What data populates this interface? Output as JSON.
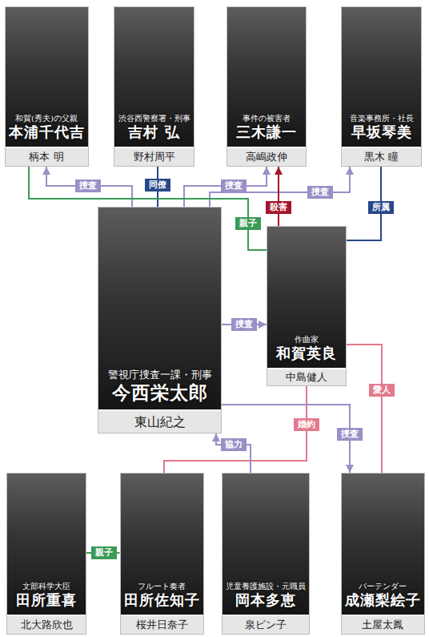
{
  "diagram": {
    "nodes": [
      {
        "text": [
          "和賀(秀夫)の父親",
          "本浦千代吉",
          "柄本 明"
        ]
      },
      {
        "text": [
          "渋谷西警察署・刑事",
          "吉村 弘",
          "野村周平"
        ]
      },
      {
        "text": [
          "事件の被害者",
          "三木謙一",
          "高嶋政伸"
        ]
      },
      {
        "text": [
          "音楽事務所・社長",
          "早坂琴美",
          "黒木 瞳"
        ]
      },
      {
        "text": [
          "警視庁捜査一課・刑事",
          "今西栄太郎",
          "東山紀之"
        ]
      },
      {
        "text": [
          "作曲家",
          "和賀英良",
          "中島健人"
        ]
      },
      {
        "text": [
          "文部科学大臣",
          "田所重喜",
          "北大路欣也"
        ]
      },
      {
        "text": [
          "フルート奏者",
          "田所佐知子",
          "桜井日奈子"
        ]
      },
      {
        "text": [
          "児童養護施設・元職員",
          "岡本多恵",
          "泉ピン子"
        ]
      },
      {
        "text": [
          "バーテンダー",
          "成瀬梨絵子",
          "土屋太鳳"
        ]
      }
    ],
    "edges": [
      {
        "from": 4,
        "to": 0,
        "label": "捜査",
        "arrow": "to"
      },
      {
        "from": 4,
        "to": 1,
        "label": "同僚",
        "arrow": "none"
      },
      {
        "from": 4,
        "to": 2,
        "label": "捜査",
        "arrow": "to"
      },
      {
        "from": 4,
        "to": 3,
        "label": "捜査",
        "arrow": "to"
      },
      {
        "from": 0,
        "to": 5,
        "label": "親子",
        "arrow": "none"
      },
      {
        "from": 5,
        "to": 2,
        "label": "殺害",
        "arrow": "to"
      },
      {
        "from": 5,
        "to": 3,
        "label": "所属",
        "arrow": "none"
      },
      {
        "from": 4,
        "to": 5,
        "label": "捜査",
        "arrow": "to"
      },
      {
        "from": 5,
        "to": 7,
        "label": "婚約",
        "arrow": "none"
      },
      {
        "from": 5,
        "to": 9,
        "label": "愛人",
        "arrow": "none"
      },
      {
        "from": 4,
        "to": 9,
        "label": "捜査",
        "arrow": "to"
      },
      {
        "from": 8,
        "to": 4,
        "label": "協力",
        "arrow": "to"
      },
      {
        "from": 6,
        "to": 7,
        "label": "親子",
        "arrow": "none"
      }
    ]
  }
}
